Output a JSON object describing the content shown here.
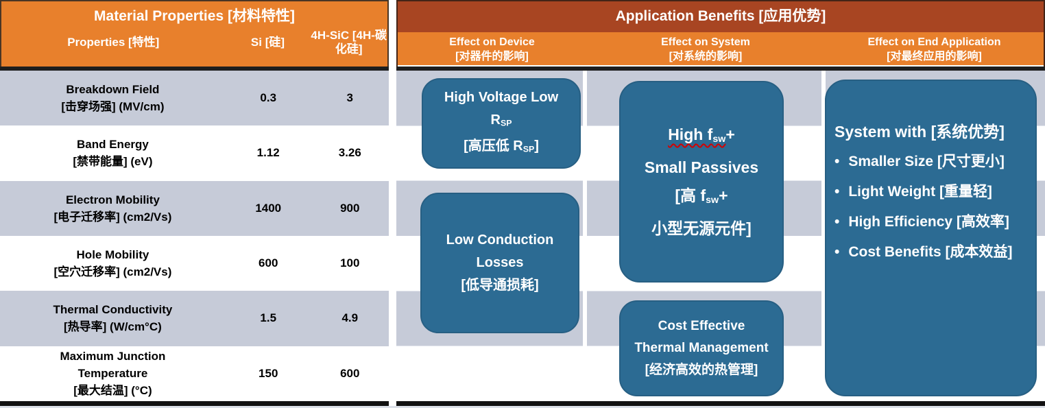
{
  "colors": {
    "header_orange": "#E8802C",
    "header_dark_red": "#A84522",
    "box_blue": "#2C6B93",
    "stripe_gray": "#C6CBD8",
    "spellcheck_underline_red": "#D40000"
  },
  "material_properties": {
    "title": "Material Properties [材料特性]",
    "columns": [
      "Properties [特性]",
      "Si [硅]",
      "4H-SiC [4H-碳化硅]"
    ],
    "rows": [
      {
        "en": "Breakdown Field",
        "cn": "[击穿场强] (MV/cm)",
        "si": "0.3",
        "sic": "3"
      },
      {
        "en": "Band Energy",
        "cn": "[禁带能量] (eV)",
        "si": "1.12",
        "sic": "3.26"
      },
      {
        "en": "Electron Mobility",
        "cn": "[电子迁移率] (cm2/Vs)",
        "si": "1400",
        "sic": "900"
      },
      {
        "en": "Hole Mobility",
        "cn": "[空穴迁移率] (cm2/Vs)",
        "si": "600",
        "sic": "100"
      },
      {
        "en": "Thermal Conductivity",
        "cn": "[热导率] (W/cm°C)",
        "si": "1.5",
        "sic": "4.9"
      },
      {
        "en": "Maximum Junction Temperature",
        "cn": "[最大结温] (°C)",
        "si": "150",
        "sic": "600"
      }
    ]
  },
  "application_benefits": {
    "title": "Application Benefits [应用优势]",
    "columns": [
      {
        "en": "Effect on Device",
        "cn": "[对器件的影响]"
      },
      {
        "en": "Effect on System",
        "cn": "[对系统的影响]"
      },
      {
        "en": "Effect on End Application",
        "cn": "[对最终应用的影响]"
      }
    ],
    "boxes": {
      "high_voltage": {
        "l1": "High Voltage Low",
        "l2_base": "R",
        "l2_sub": "SP",
        "l3_base": "[高压低 R",
        "l3_sub": "SP",
        "l3_close": "]"
      },
      "low_conduction": {
        "l1": "Low Conduction",
        "l2": "Losses",
        "l3": "[低导通损耗]"
      },
      "high_fsw": {
        "l1_base": "High f",
        "l1_sub": "sw",
        "l1_plus": "+",
        "l2": "Small Passives",
        "l3_base": "[高 f",
        "l3_sub": "sw",
        "l3_plus": "+",
        "l4": "小型无源元件]"
      },
      "thermal": {
        "l1": "Cost Effective",
        "l2": "Thermal Management",
        "l3": "[经济高效的热管理]"
      },
      "system": {
        "title": "System with [系统优势]",
        "bullets": [
          "Smaller Size [尺寸更小]",
          "Light Weight [重量轻]",
          "High Efficiency [高效率]",
          "Cost Benefits [成本效益]"
        ]
      }
    }
  }
}
